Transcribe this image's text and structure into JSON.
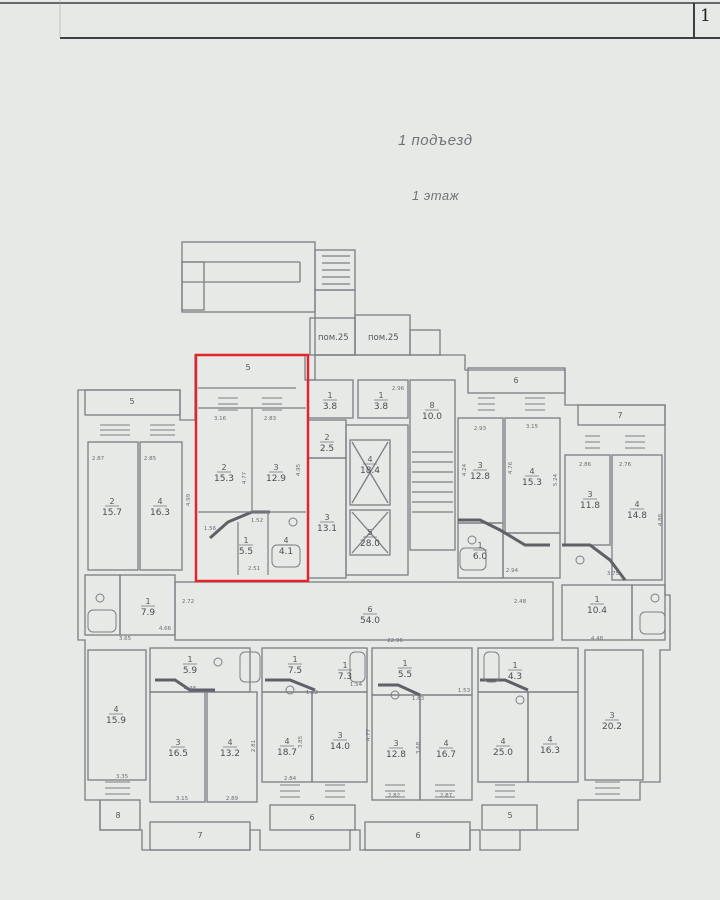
{
  "page": {
    "number": "1"
  },
  "header": {
    "entrance": "1 подъезд",
    "floor": "1 этаж"
  },
  "colors": {
    "paper": "#e7e9e6",
    "wall": "#7b7e84",
    "selection": "#e0262c"
  },
  "highlight": {
    "label": "selected-flat",
    "rooms": [
      "5",
      "2",
      "3",
      "1",
      "4"
    ]
  },
  "premises": {
    "left": "пом.25",
    "right": "пом.25"
  },
  "rooms": {
    "r5a": {
      "num": "5",
      "area": ""
    },
    "r5sel": {
      "num": "5",
      "area": ""
    },
    "r6top": {
      "num": "6",
      "area": ""
    },
    "r7top": {
      "num": "7",
      "area": ""
    },
    "rsel2": {
      "num": "2",
      "area": "15.3"
    },
    "rsel3": {
      "num": "3",
      "area": "12.9"
    },
    "rsel1": {
      "num": "1",
      "area": "5.5"
    },
    "rsel4": {
      "num": "4",
      "area": "4.1"
    },
    "rl2": {
      "num": "2",
      "area": "15.7"
    },
    "rl4": {
      "num": "4",
      "area": "16.3"
    },
    "rst1": {
      "num": "1",
      "area": "3.8"
    },
    "rst2": {
      "num": "2",
      "area": "2.5"
    },
    "rst3": {
      "num": "3",
      "area": "13.1"
    },
    "rst1b": {
      "num": "1",
      "area": "3.8"
    },
    "rst8": {
      "num": "8",
      "area": "10.0"
    },
    "rstair": {
      "num": "4",
      "area": "18.4"
    },
    "rlift": {
      "num": "5",
      "area": "28.0"
    },
    "rr3": {
      "num": "3",
      "area": "12.8"
    },
    "rr4": {
      "num": "4",
      "area": "15.3"
    },
    "rr1": {
      "num": "1",
      "area": "6.0"
    },
    "rfr3": {
      "num": "3",
      "area": "11.8"
    },
    "rfr4": {
      "num": "4",
      "area": "14.8"
    },
    "rcorr": {
      "num": "6",
      "area": "54.0"
    },
    "rlc": {
      "num": "1",
      "area": "7.9"
    },
    "rrc": {
      "num": "1",
      "area": "10.4"
    },
    "rb1": {
      "num": "4",
      "area": "15.9"
    },
    "rb2": {
      "num": "3",
      "area": "16.5"
    },
    "rb3": {
      "num": "4",
      "area": "13.2"
    },
    "rb4": {
      "num": "4",
      "area": "18.7"
    },
    "rb5": {
      "num": "3",
      "area": "14.0"
    },
    "rb6": {
      "num": "3",
      "area": "12.8"
    },
    "rb7": {
      "num": "4",
      "area": "16.7"
    },
    "rb8": {
      "num": "4",
      "area": "25.0"
    },
    "rb9": {
      "num": "4",
      "area": "16.3"
    },
    "rb10": {
      "num": "3",
      "area": "20.2"
    },
    "rbs1": {
      "num": "1",
      "area": "5.9"
    },
    "rbs2": {
      "num": "1",
      "area": "7.5"
    },
    "rbs3": {
      "num": "1",
      "area": "7.3"
    },
    "rbs4": {
      "num": "1",
      "area": "5.5"
    },
    "rbs5": {
      "num": "1",
      "area": "4.3"
    },
    "rbb8": {
      "num": "8",
      "area": ""
    },
    "rbb7": {
      "num": "7",
      "area": ""
    },
    "rbb6": {
      "num": "6",
      "area": ""
    },
    "rbb5a": {
      "num": "6",
      "area": ""
    },
    "rbb5b": {
      "num": "5",
      "area": ""
    }
  },
  "dims": {
    "d1": "3.16",
    "d2": "2.83",
    "d3": "4.77",
    "d4": "4.95",
    "d5": "1.52",
    "d6": "2.51",
    "d7": "1.56",
    "d8": "2.87",
    "d9": "2.85",
    "d10": "3.65",
    "d11": "4.99",
    "d12": "4.66",
    "d13": "2.96",
    "d14": "2.93",
    "d15": "3.15",
    "d16": "4.24",
    "d17": "4.76",
    "d18": "5.24",
    "d19": "2.94",
    "d20": "2.86",
    "d21": "2.76",
    "d22": "3.75",
    "d23": "4.88",
    "d24": "4.48",
    "d25": "2.72",
    "d26": "22.96",
    "d27": "2.48",
    "d28": "3.35",
    "d29": "3.15",
    "d30": "2.89",
    "d31": "2.84",
    "d32": "2.82",
    "d33": "2.87",
    "d34": "4.38",
    "d35": "1.62",
    "d36": "1.63",
    "d37": "1.53",
    "d38": "1.54",
    "d39": "3.85",
    "d40": "3.68",
    "d41": "2.81",
    "d42": "4.77"
  }
}
